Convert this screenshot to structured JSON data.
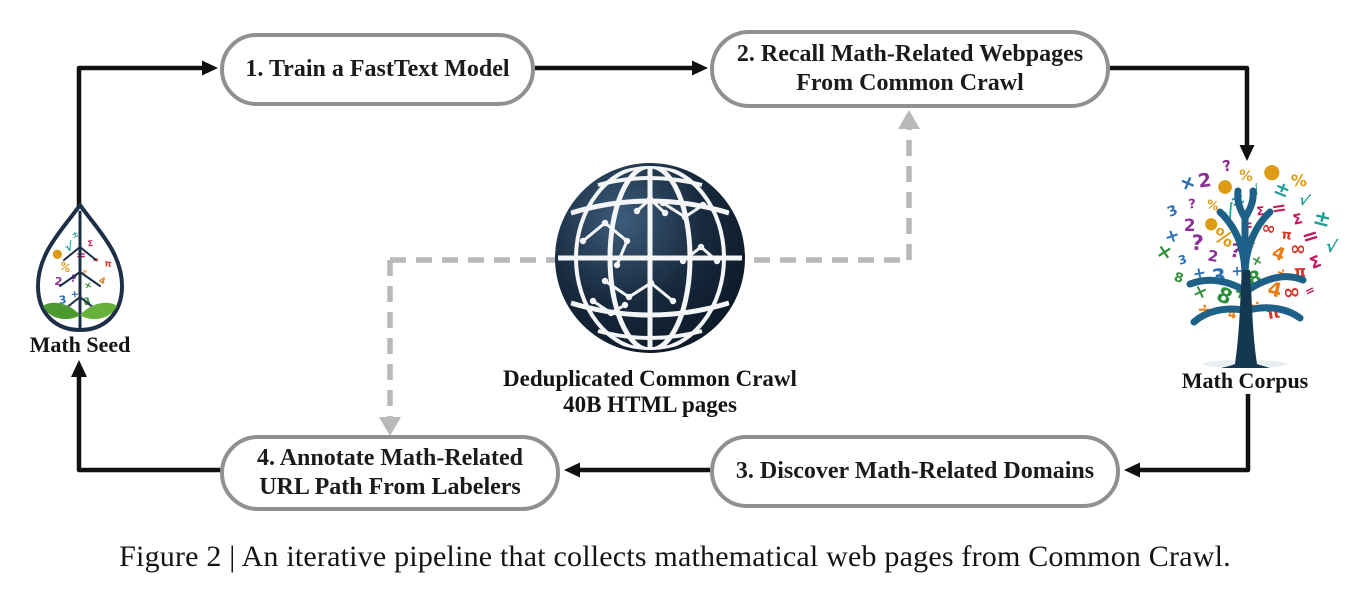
{
  "figure": {
    "caption": "Figure 2 | An iterative pipeline that collects mathematical web pages from Common Crawl."
  },
  "pipeline": {
    "steps": [
      {
        "lines": [
          "1. Train a FastText Model",
          ""
        ]
      },
      {
        "lines": [
          "2. Recall Math-Related Webpages",
          "From Common Crawl"
        ]
      },
      {
        "lines": [
          "3. Discover Math-Related Domains",
          ""
        ]
      },
      {
        "lines": [
          "4. Annotate Math-Related",
          "URL Path From Labelers"
        ]
      }
    ],
    "nodes": {
      "math_seed": {
        "label": "Math Seed",
        "icon": "math-seed-leaf-icon"
      },
      "common_crawl": {
        "caption_line1": "Deduplicated Common Crawl",
        "caption_line2": "40B HTML pages",
        "icon": "globe-icon"
      },
      "math_corpus": {
        "label": "Math Corpus",
        "icon": "math-corpus-tree-icon"
      }
    }
  },
  "colors": {
    "solid_arrow": "#111111",
    "dashed_arrow": "#b9b9b9",
    "box_border": "#909090",
    "text": "#1b1b1b",
    "globe_dark": "#0c1a28",
    "tree_trunk": "#14384f"
  }
}
